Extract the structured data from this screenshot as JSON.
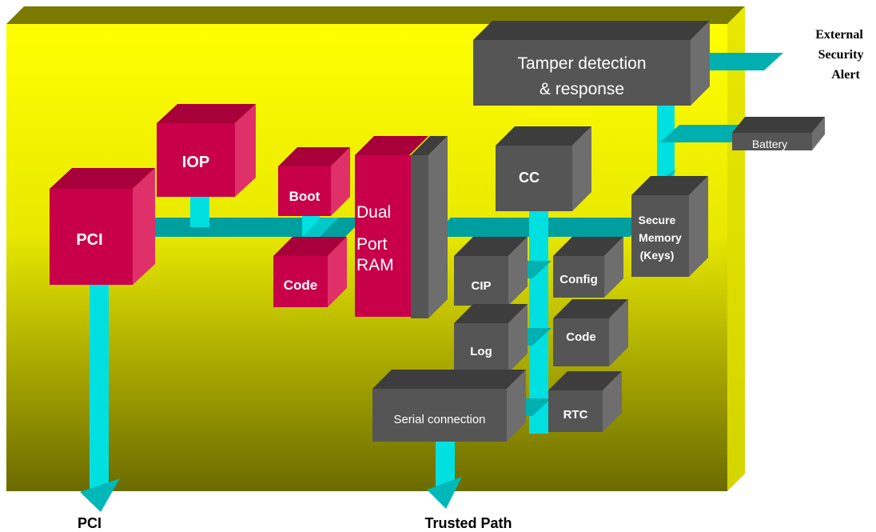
{
  "external_labels": {
    "external_alert": [
      "External",
      "Security",
      "Alert"
    ],
    "pci_bottom": "PCI",
    "trusted_path": "Trusted Path"
  },
  "components": {
    "pci": "PCI",
    "iop": "IOP",
    "boot": "Boot",
    "code_left": "Code",
    "dual_port_ram": [
      "Dual",
      "Port",
      "RAM"
    ],
    "cc": "CC",
    "tamper": [
      "Tamper detection",
      "& response"
    ],
    "battery": "Battery",
    "secure_memory": [
      "Secure",
      "Memory",
      "(Keys)"
    ],
    "cip": "CIP",
    "config": "Config",
    "log": "Log",
    "code_right": "Code",
    "rtc": "RTC",
    "serial": "Serial connection"
  },
  "colors": {
    "board_top": "#ffff00",
    "board_bottom": "#7f7f00",
    "board_side": "#e6e600",
    "crimson": "#c8004a",
    "crimson_top": "#a8003a",
    "crimson_side": "#e0306a",
    "gray": "#555555",
    "gray_top": "#3d3d3d",
    "gray_side": "#6e6e6e",
    "bus": "#00e5e5",
    "bus_dark": "#009999"
  }
}
